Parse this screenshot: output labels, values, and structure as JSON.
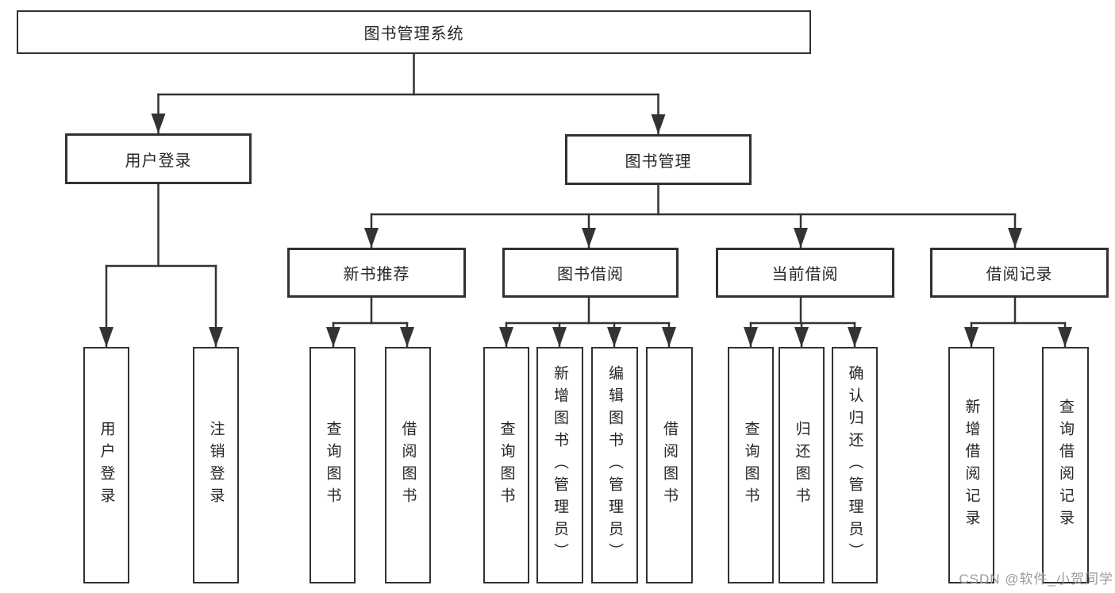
{
  "chart": {
    "root": {
      "label": "图书管理系统"
    },
    "level2": [
      {
        "label": "用户登录",
        "children": [
          {
            "label": "用户登录"
          },
          {
            "label": "注销登录"
          }
        ]
      },
      {
        "label": "图书管理",
        "children": [
          {
            "label": "新书推荐",
            "children": [
              {
                "label": "查询图书"
              },
              {
                "label": "借阅图书"
              }
            ]
          },
          {
            "label": "图书借阅",
            "children": [
              {
                "label": "查询图书"
              },
              {
                "label": "新增图书（管理员）"
              },
              {
                "label": "编辑图书（管理员）"
              },
              {
                "label": "借阅图书"
              }
            ]
          },
          {
            "label": "当前借阅",
            "children": [
              {
                "label": "查询图书"
              },
              {
                "label": "归还图书"
              },
              {
                "label": "确认归还（管理员）"
              }
            ]
          },
          {
            "label": "借阅记录",
            "children": [
              {
                "label": "新增借阅记录"
              },
              {
                "label": "查询借阅记录"
              }
            ]
          }
        ]
      }
    ]
  },
  "watermark": {
    "text": "CSDN @软件_小贺同学"
  },
  "colors": {
    "line": "#333333",
    "border": "#313131",
    "text": "#262626",
    "watermark_text": "#9b9b9b",
    "background": "#ffffff"
  }
}
